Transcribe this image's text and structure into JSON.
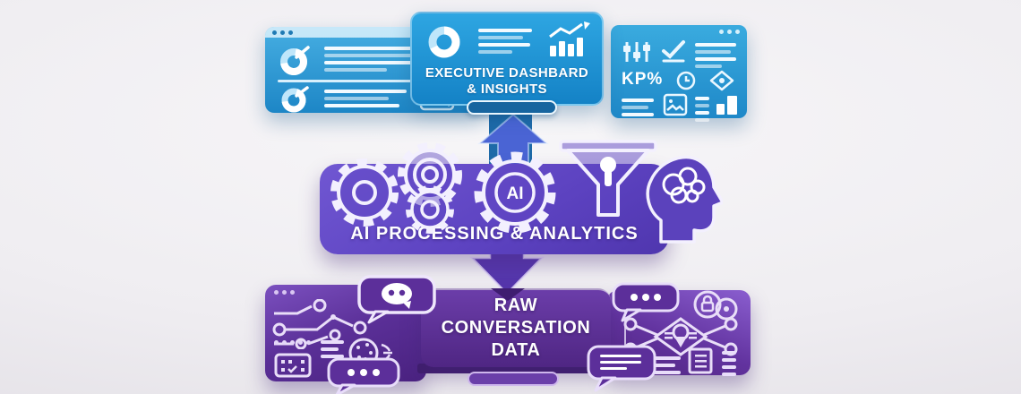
{
  "palette": {
    "background": "#efedf1",
    "top_blue": "#2499d8",
    "top_blue_dark": "#1a7fc0",
    "stand_blue": "#17659f",
    "arrow_blue_front": "#4a64d4",
    "arrow_blue_back": "#1e6aa8",
    "mid_purple": "#6750cb",
    "arrow_purple": "#5637ad",
    "bottom_purple": "#6a3fa9",
    "box_purple": "#532a8b",
    "icon_white": "#f3f0fe"
  },
  "top_section": {
    "left_panel": {
      "icons": [
        "window-dots-icon",
        "donut-chart-icon",
        "pencil-icon",
        "text-lines",
        "slider-icon",
        "image-icon"
      ]
    },
    "center_panel": {
      "title_lines": [
        "EXECUTIVE DASHBARD",
        "& INSIGHTS"
      ],
      "icons": [
        "donut-chart-icon",
        "text-lines",
        "bar-chart-trend-icon"
      ]
    },
    "right_panel": {
      "kpi_label": "KP%",
      "icons": [
        "window-dots-icon",
        "sliders-icon",
        "checkmark-icon",
        "text-lines",
        "clock-icon",
        "diamond-eye-icon",
        "image-icon",
        "bar-chart-icon"
      ]
    }
  },
  "middle_section": {
    "title": "AI PROCESSING & ANALYTICS",
    "ai_badge": "AI",
    "icons": [
      "gear-icon",
      "gear-rings-icon",
      "gear-small-icon",
      "ai-gear-icon",
      "funnel-icon",
      "head-brain-icon"
    ]
  },
  "bottom_section": {
    "center_box": {
      "title_lines": [
        "RAW",
        "CONVERSATION",
        "DATA"
      ]
    },
    "left_panel": {
      "icons": [
        "window-dots-icon",
        "circuit-nodes-icon",
        "dots-row",
        "text-lines",
        "disc-icon",
        "grid-icon",
        "chat-bubble-logo-icon",
        "chat-bubble-dots-icon"
      ]
    },
    "right_panel": {
      "icons": [
        "chat-bubble-dots-icon",
        "coins-lock-icon",
        "network-pin-icon",
        "text-lines",
        "document-icon",
        "chat-bubble-lines-icon"
      ]
    }
  },
  "arrows": [
    "up-arrow",
    "down-arrow"
  ]
}
